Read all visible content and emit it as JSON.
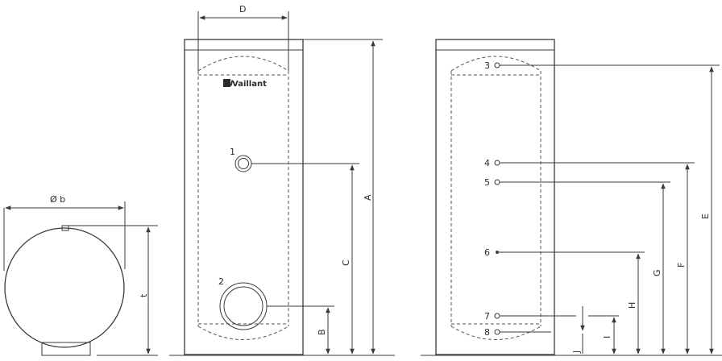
{
  "colors": {
    "line": "#3a3a3a",
    "background": "#ffffff"
  },
  "labels": {
    "diameter": "Ø b",
    "t": "t",
    "D": "D",
    "A": "A",
    "B": "B",
    "C": "C",
    "E": "E",
    "F": "F",
    "G": "G",
    "H": "H",
    "I": "I",
    "J": "J"
  },
  "connections": {
    "c1": "1",
    "c2": "2",
    "c3": "3",
    "c4": "4",
    "c5": "5",
    "c6": "6",
    "c7": "7",
    "c8": "8"
  },
  "brand": {
    "logo_text": "Vaillant",
    "logo_mark": "W"
  }
}
